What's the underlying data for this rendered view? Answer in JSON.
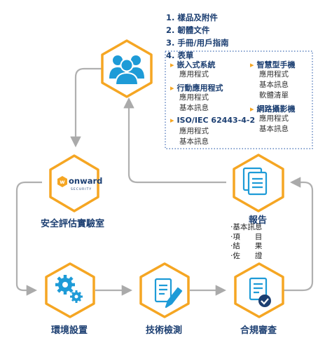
{
  "steps": [
    "1. 樣品及附件",
    "2. 韌體文件",
    "3. 手冊/用戶指南",
    "4. 表單"
  ],
  "info_box": {
    "left": [
      {
        "title": "嵌入式系統",
        "items": [
          "應用程式"
        ]
      },
      {
        "title": "行動應用程式",
        "items": [
          "應用程式",
          "基本訊息"
        ]
      },
      {
        "title": "ISO/IEC 62443-4-2",
        "items": [
          "應用程式",
          "基本訊息"
        ]
      }
    ],
    "right": [
      {
        "title": "智慧型手機",
        "items": [
          "應用程式",
          "基本訊息",
          "軟體清單"
        ]
      },
      {
        "title": "網路攝影機",
        "items": [
          "應用程式",
          "基本訊息"
        ]
      }
    ]
  },
  "lab": {
    "logo_text": "onward",
    "logo_sub": "SECURITY",
    "label": "安全評估實驗室"
  },
  "report": {
    "label": "報告",
    "items": [
      "‧基本訊息",
      "‧項　　目",
      "‧結　　果",
      "‧佐　　證"
    ]
  },
  "bottom": [
    "環境設置",
    "技術檢測",
    "合規審查"
  ],
  "colors": {
    "hex_border": "#f5a623",
    "icon": "#1e9bd7",
    "line": "#aaaaaa",
    "text": "#1c3f72"
  }
}
